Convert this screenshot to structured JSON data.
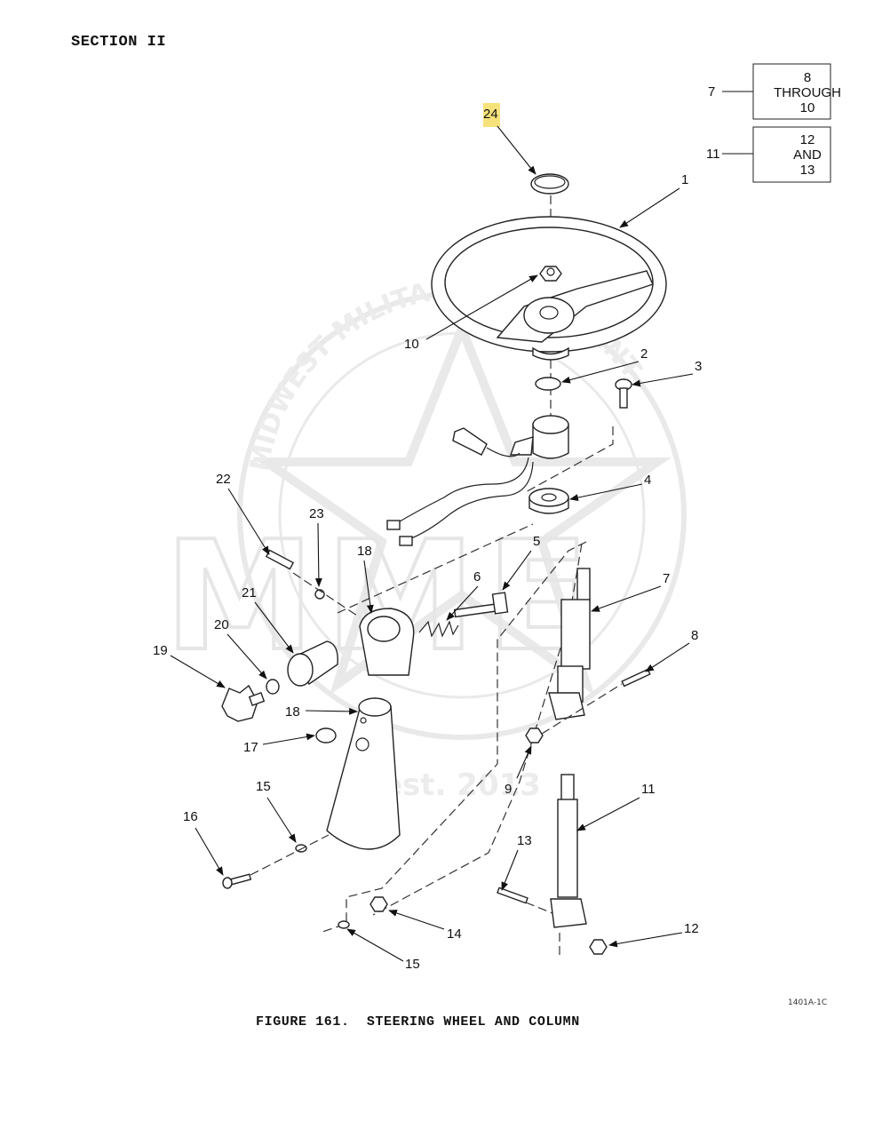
{
  "section_title": "SECTION II",
  "figure_caption": "FIGURE 161.  STEERING WHEEL AND COLUMN",
  "drawing_code": "1401A-1C",
  "watermark": {
    "arc_text": "MIDWEST MILITARY EQUIPMENT",
    "logo_text": "MME",
    "est_text": "est. 2013"
  },
  "reference_boxes": [
    {
      "callout": "7",
      "lines": [
        "8",
        "THROUGH",
        "10"
      ]
    },
    {
      "callout": "11",
      "lines": [
        "12",
        "AND",
        "13"
      ]
    }
  ],
  "callouts": {
    "c1": "1",
    "c2": "2",
    "c3": "3",
    "c4": "4",
    "c5": "5",
    "c6": "6",
    "c7": "7",
    "c8": "8",
    "c9": "9",
    "c10": "10",
    "c11": "11",
    "c12": "12",
    "c13": "13",
    "c14": "14",
    "c15a": "15",
    "c15b": "15",
    "c16": "16",
    "c17": "17",
    "c18a": "18",
    "c18b": "18",
    "c19": "19",
    "c20": "20",
    "c21": "21",
    "c22": "22",
    "c23": "23",
    "c24": "24"
  },
  "highlight_color": "#f5e27a"
}
